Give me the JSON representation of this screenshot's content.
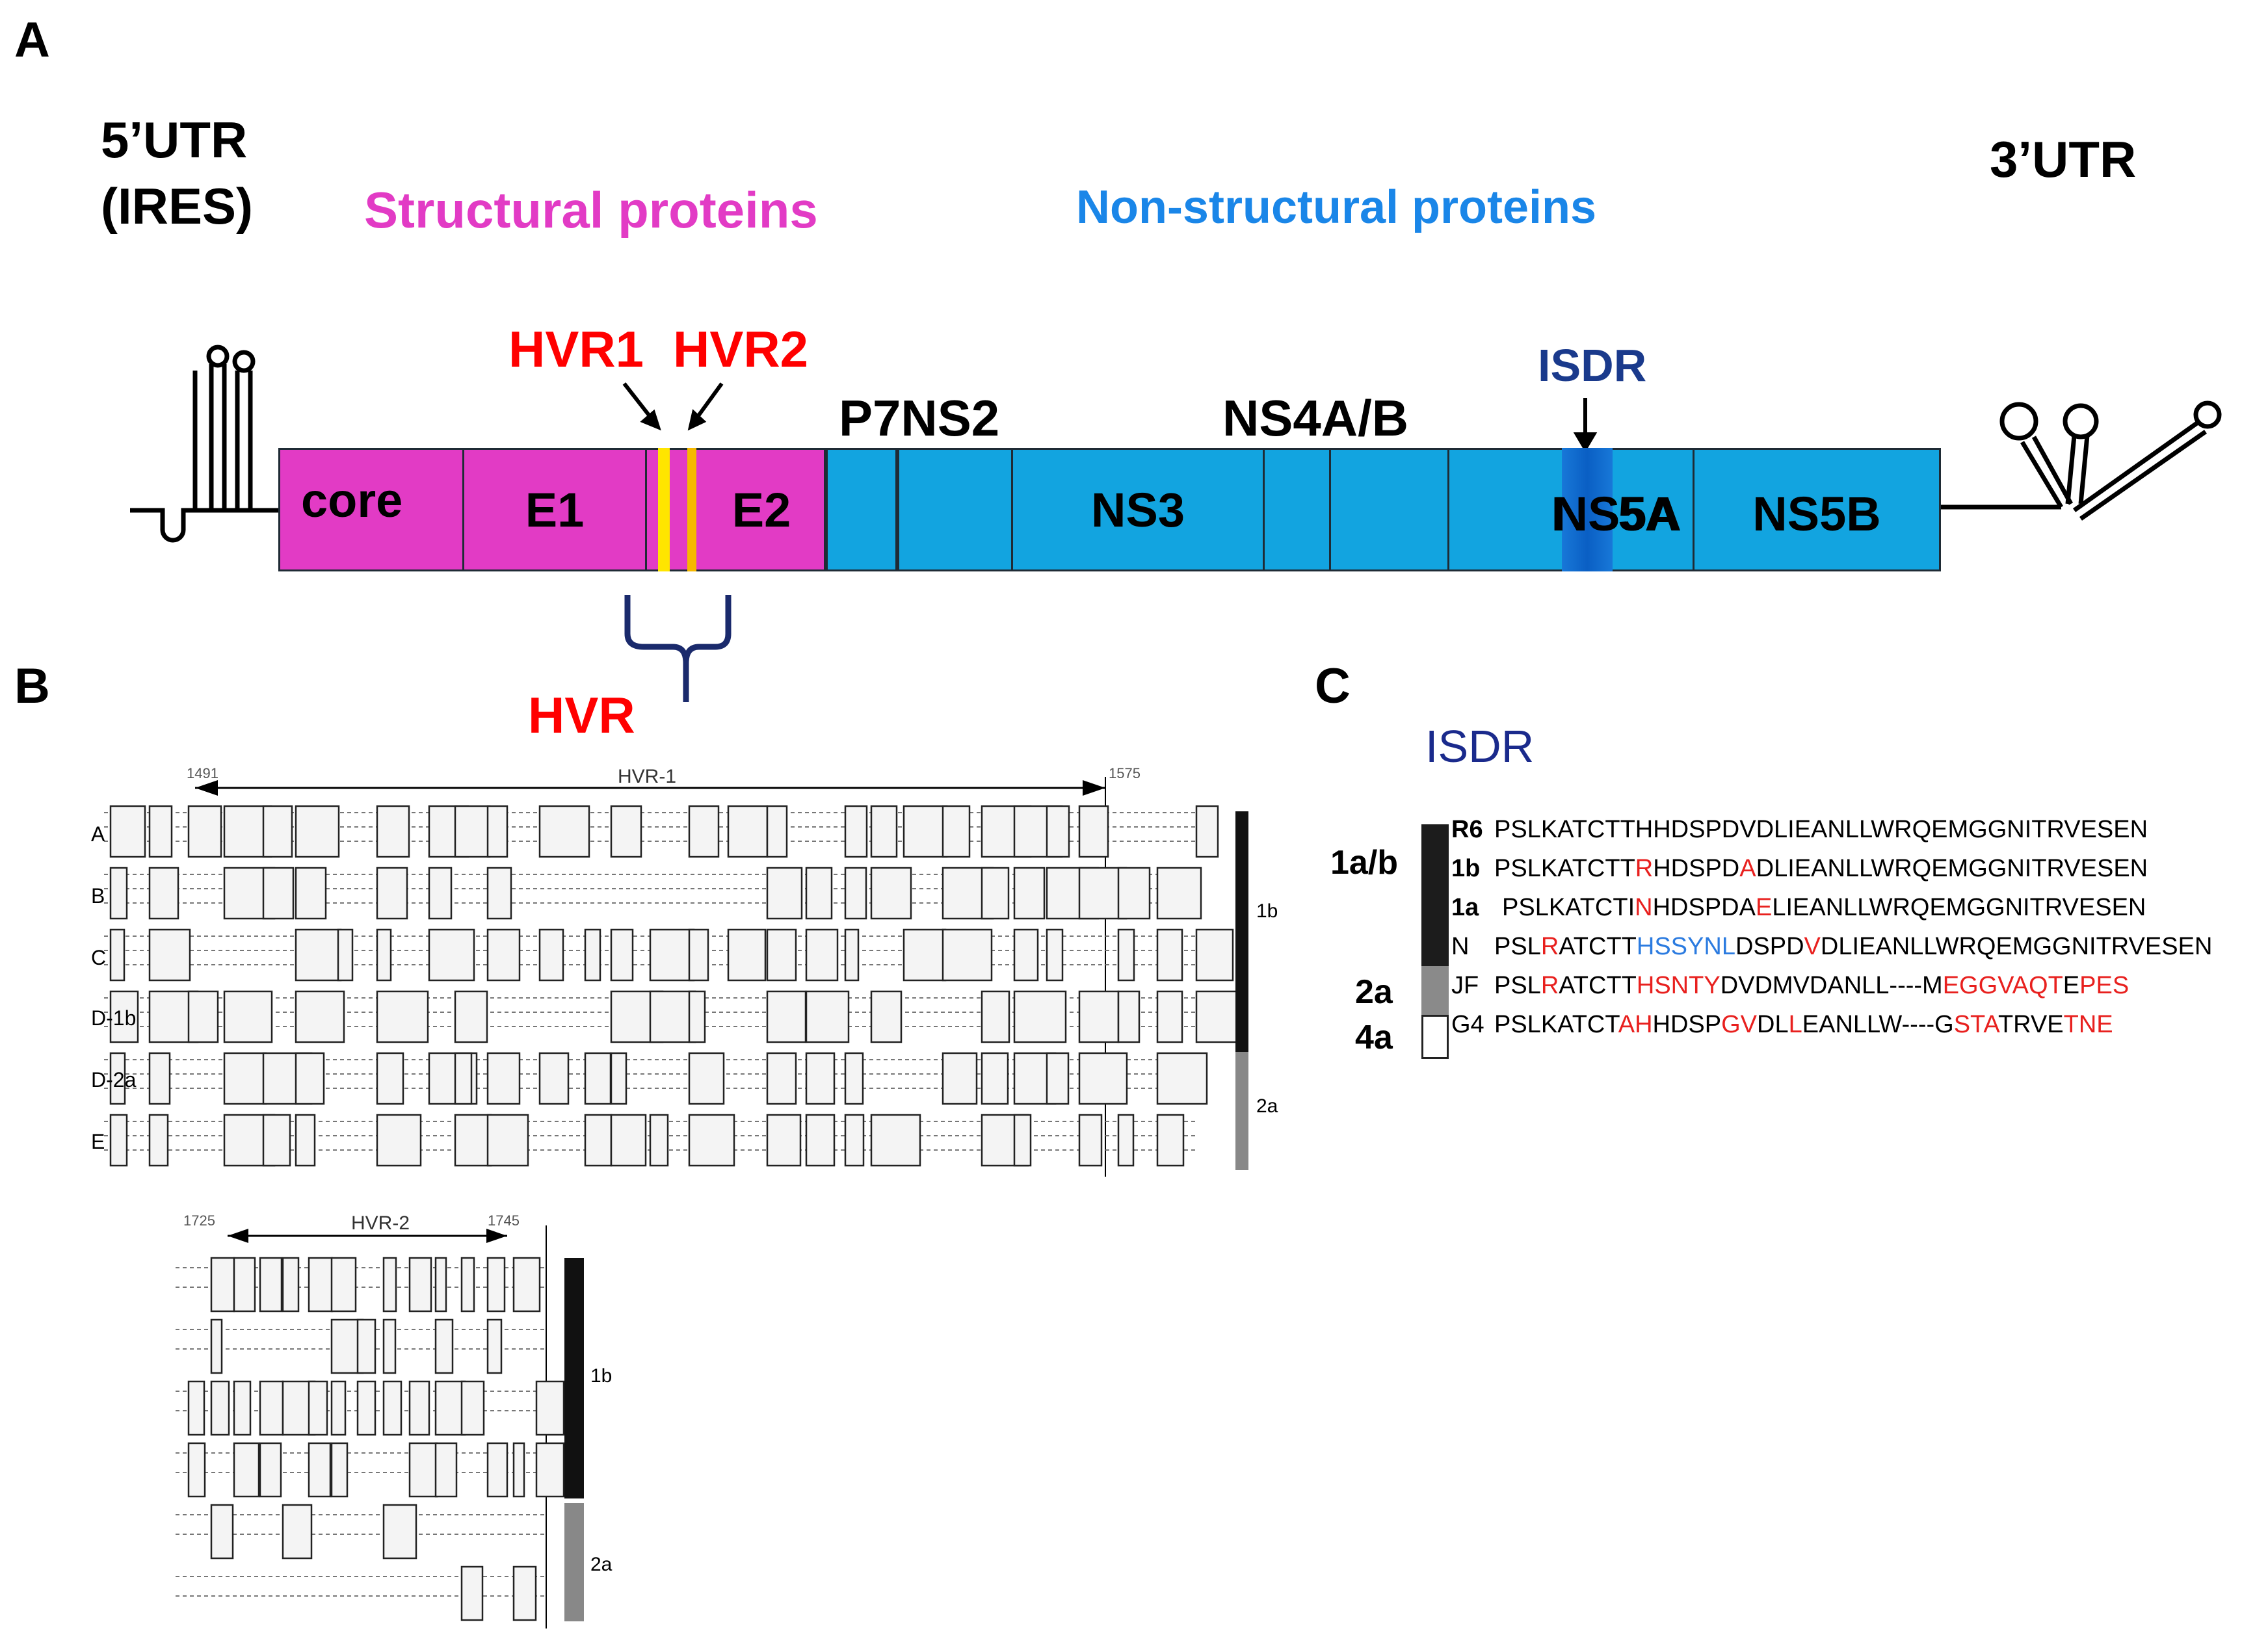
{
  "panel_a": {
    "letter": "A",
    "utr5_line1": "5’UTR",
    "utr5_line2": "(IRES)",
    "structural": "Structural proteins",
    "nonstructural": "Non-structural proteins",
    "utr3": "3’UTR",
    "hvr1": "HVR1",
    "hvr2": "HVR2",
    "p7ns2": "P7NS2",
    "ns4ab": "NS4A/B",
    "isdr": "ISDR",
    "hvr": "HVR",
    "segments": {
      "core": "core",
      "e1": "E1",
      "e2": "E2",
      "ns3": "NS3",
      "ns5a": "NS5A",
      "ns5b": "NS5B"
    },
    "colors": {
      "structural": "#e23bc5",
      "nonstructural": "#12a4e0",
      "hvr_text": "#ff0000",
      "isdr": "#1a3a8c",
      "hvr_band": "#ffe500"
    }
  },
  "panel_b": {
    "letter": "B",
    "hvr1_label": "HVR-1",
    "hvr1_start": "1491",
    "hvr1_end": "1575",
    "hvr2_label": "HVR-2",
    "hvr2_start": "1725",
    "hvr2_end": "1745",
    "rows": [
      "A",
      "B",
      "C",
      "D-1b",
      "D-2a",
      "E"
    ],
    "genotype_1b": "1b",
    "genotype_2a": "2a"
  },
  "panel_c": {
    "letter": "C",
    "title": "ISDR",
    "groups": [
      "1a/b",
      "2a",
      "4a"
    ],
    "sequences": [
      {
        "name": "R6",
        "parts": [
          [
            "n",
            "PSLKATCTTHHDSPDVDLIEANLLWRQEMGGNITRVESEN"
          ]
        ]
      },
      {
        "name": "1b",
        "parts": [
          [
            "n",
            "PSLKATCTT"
          ],
          [
            "r",
            "R"
          ],
          [
            "n",
            "HDSPD"
          ],
          [
            "r",
            "A"
          ],
          [
            "n",
            "DLIEANLLWRQEMGGNITRVESEN"
          ]
        ]
      },
      {
        "name": "1a",
        "parts": [
          [
            "n",
            "PSLKATCTI"
          ],
          [
            "r",
            "N"
          ],
          [
            "n",
            "HDSPDA"
          ],
          [
            "r",
            "E"
          ],
          [
            "n",
            "LIEANLLWRQEMGGNITRVESEN"
          ]
        ]
      },
      {
        "name": "N",
        "parts": [
          [
            "n",
            "PSL"
          ],
          [
            "r",
            "R"
          ],
          [
            "n",
            "ATCTT"
          ],
          [
            "b",
            "HSSYNL"
          ],
          [
            "n",
            "DSPD"
          ],
          [
            "r",
            "V"
          ],
          [
            "n",
            "DLIEANLLWRQEMGGNITRVESEN"
          ]
        ]
      },
      {
        "name": "JF",
        "parts": [
          [
            "n",
            "PSL"
          ],
          [
            "r",
            "R"
          ],
          [
            "n",
            "ATCTT"
          ],
          [
            "r",
            "HSNTY"
          ],
          [
            "n",
            "DVDMVDANLL----M"
          ],
          [
            "r",
            "EGGVAQT"
          ],
          [
            "n",
            "E"
          ],
          [
            "r",
            "PES"
          ]
        ]
      },
      {
        "name": "G4",
        "parts": [
          [
            "n",
            "PSLKATCT"
          ],
          [
            "r",
            "AH"
          ],
          [
            "n",
            "HDSP"
          ],
          [
            "r",
            "GV"
          ],
          [
            "n",
            "DL"
          ],
          [
            "r",
            "L"
          ],
          [
            "n",
            "EANLLW----G"
          ],
          [
            "r",
            "STA"
          ],
          [
            "n",
            "TRVE"
          ],
          [
            "r",
            "TNE"
          ]
        ]
      }
    ]
  }
}
